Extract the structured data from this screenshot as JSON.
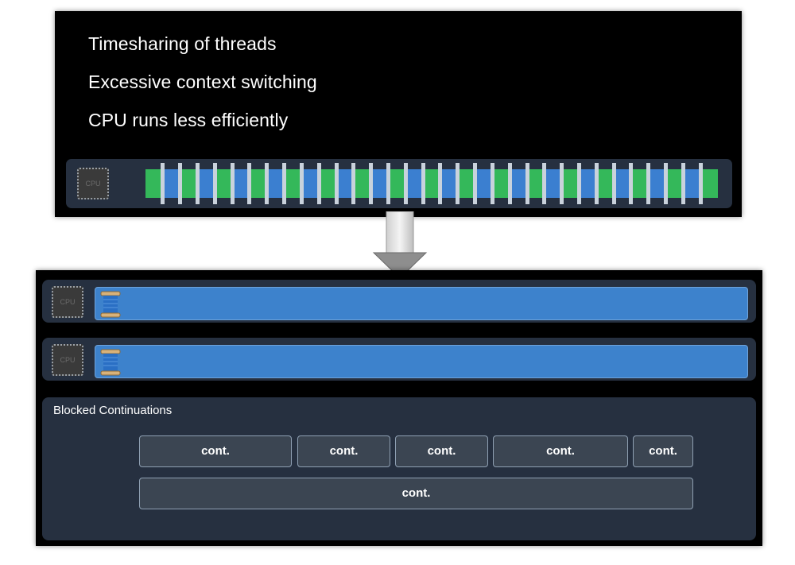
{
  "top_panel": {
    "bullets": [
      "Timesharing of threads",
      "Excessive context switching",
      "CPU runs less efficiently"
    ],
    "cpu_chip_label": "CPU",
    "timeline": {
      "slice_count": 33,
      "pattern": [
        "green",
        "blue"
      ],
      "colors": {
        "green": "#34b85a",
        "blue": "#3b7fd0",
        "separator": "#c9d2dc"
      }
    }
  },
  "bottom_panel": {
    "cpu_rows": [
      {
        "cpu_chip_label": "CPU",
        "thread_icon": "thread-spool-icon",
        "bar_color": "#3d82cc"
      },
      {
        "cpu_chip_label": "CPU",
        "thread_icon": "thread-spool-icon",
        "bar_color": "#3d82cc"
      }
    ],
    "blocked": {
      "title": "Blocked Continuations",
      "row1": [
        "cont.",
        "cont.",
        "cont.",
        "cont.",
        "cont."
      ],
      "row2": [
        "cont."
      ]
    }
  },
  "colors": {
    "panel_bg": "#000000",
    "card_bg": "#263040",
    "cont_bg": "#3b4552",
    "cont_border": "#8fa0b3"
  }
}
